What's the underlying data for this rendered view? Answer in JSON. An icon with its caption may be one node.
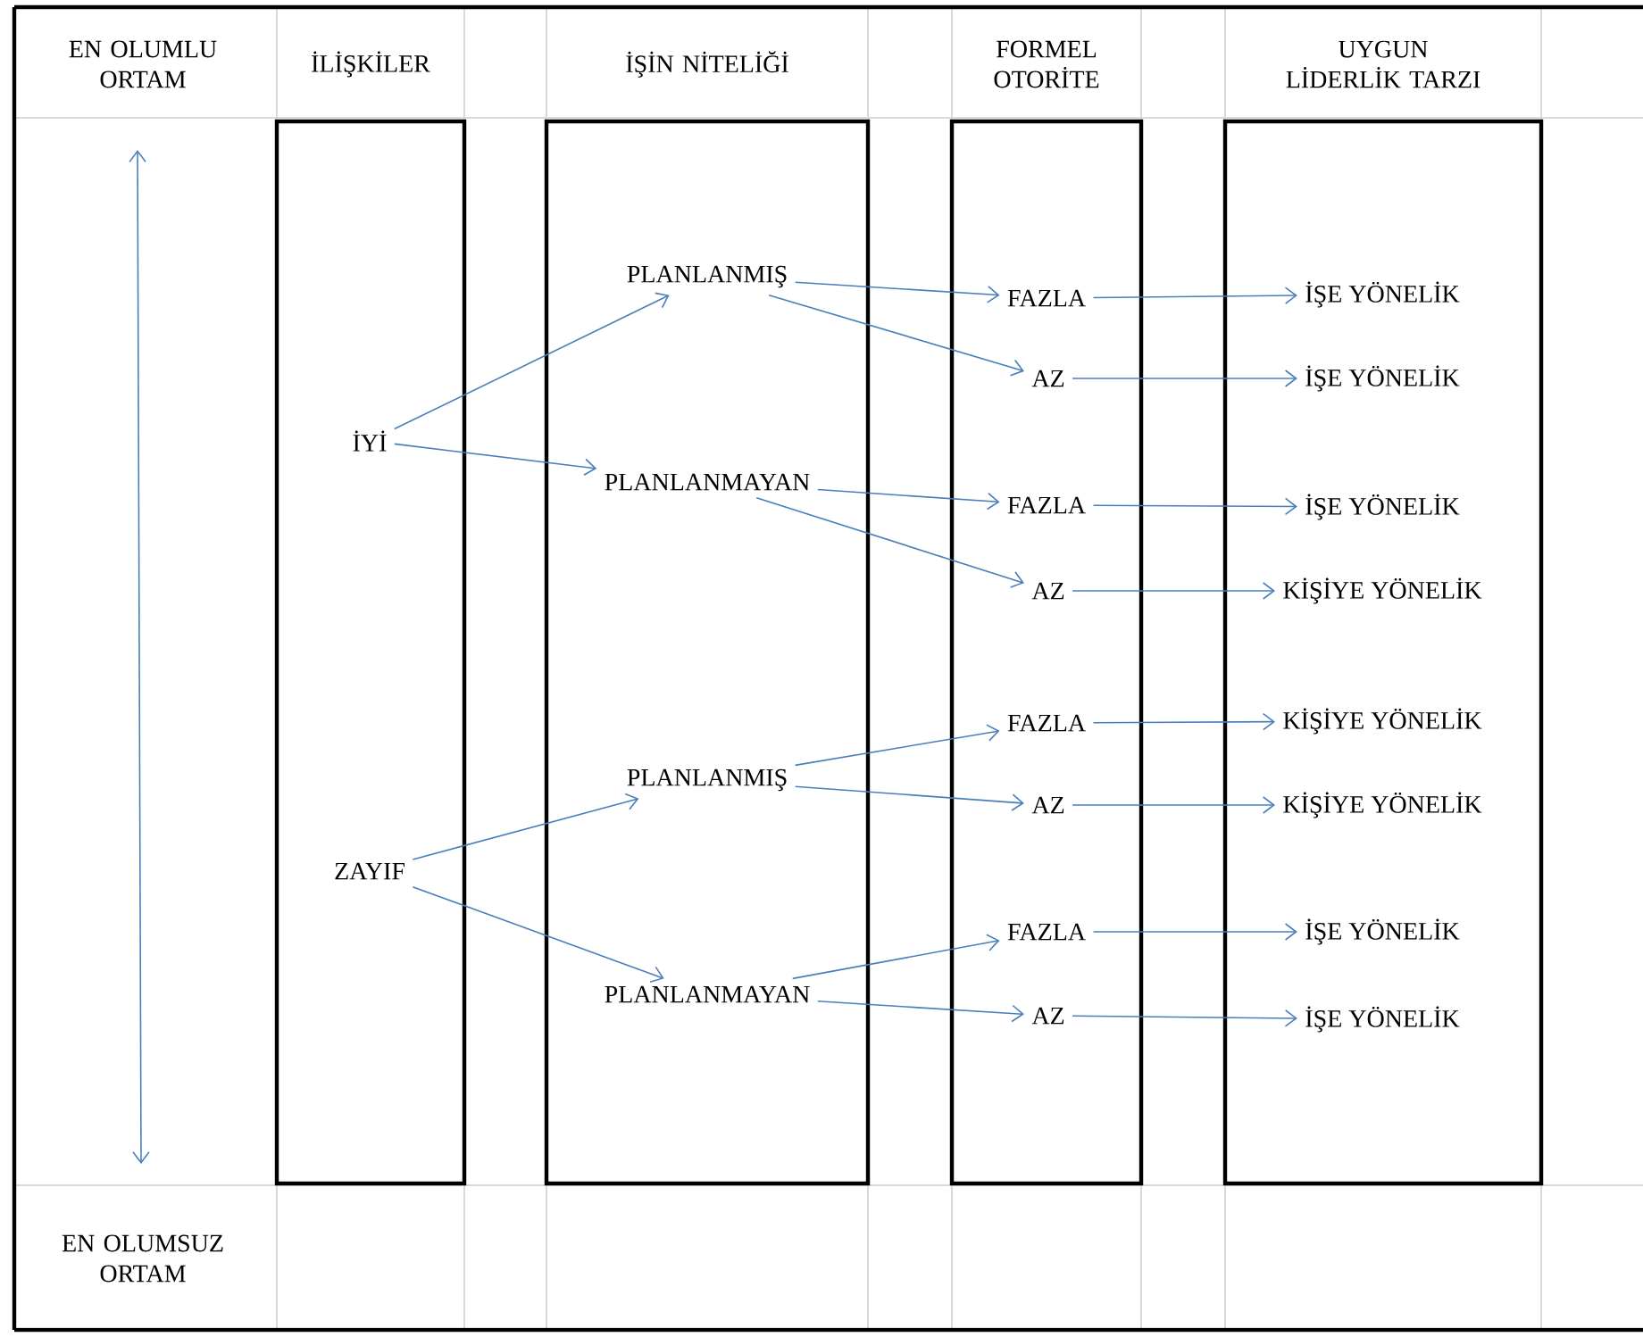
{
  "diagram": {
    "nodes": [
      {
        "text": [
          "İLİŞKİLER"
        ]
      },
      {
        "text": [
          "İYİ"
        ],
        "in": 0
      },
      {
        "text": [
          "ZAYIF"
        ],
        "in": 0
      },
      {
        "text": [
          "İŞİN NİTELİĞİ"
        ]
      },
      {
        "text": [
          "PLANLANMIŞ"
        ],
        "in": 3
      },
      {
        "text": [
          "PLANLANMAYAN"
        ],
        "in": 3
      },
      {
        "text": [
          "PLANLANMIŞ"
        ],
        "in": 3
      },
      {
        "text": [
          "PLANLANMAYAN"
        ],
        "in": 3
      },
      {
        "text": [
          "FORMEL OTORİTE"
        ]
      },
      {
        "text": [
          "FAZLA"
        ],
        "in": 8
      },
      {
        "text": [
          "AZ"
        ],
        "in": 8
      },
      {
        "text": [
          "FAZLA"
        ],
        "in": 8
      },
      {
        "text": [
          "AZ"
        ],
        "in": 8
      },
      {
        "text": [
          "FAZLA"
        ],
        "in": 8
      },
      {
        "text": [
          "AZ"
        ],
        "in": 8
      },
      {
        "text": [
          "FAZLA"
        ],
        "in": 8
      },
      {
        "text": [
          "AZ"
        ],
        "in": 8
      },
      {
        "text": [
          "UYGUN LİDERLİK TARZI"
        ]
      },
      {
        "text": [
          "İŞE YÖNELİK"
        ],
        "in": 17
      },
      {
        "text": [
          "İŞE YÖNELİK"
        ],
        "in": 17
      },
      {
        "text": [
          "İŞE YÖNELİK"
        ],
        "in": 17
      },
      {
        "text": [
          "KİŞİYE YÖNELİK"
        ],
        "in": 17
      },
      {
        "text": [
          "KİŞİYE YÖNELİK"
        ],
        "in": 17
      },
      {
        "text": [
          "KİŞİYE YÖNELİK"
        ],
        "in": 17
      },
      {
        "text": [
          "İŞE YÖNELİK"
        ],
        "in": 17
      },
      {
        "text": [
          "İŞE YÖNELİK"
        ],
        "in": 17
      }
    ],
    "edges": [
      {
        "from": 1,
        "to": 4,
        "arrow": "to"
      },
      {
        "from": 1,
        "to": 5,
        "arrow": "to"
      },
      {
        "from": 2,
        "to": 6,
        "arrow": "to"
      },
      {
        "from": 2,
        "to": 7,
        "arrow": "to"
      },
      {
        "from": 4,
        "to": 9,
        "arrow": "to"
      },
      {
        "from": 4,
        "to": 10,
        "arrow": "to"
      },
      {
        "from": 5,
        "to": 11,
        "arrow": "to"
      },
      {
        "from": 5,
        "to": 12,
        "arrow": "to"
      },
      {
        "from": 6,
        "to": 13,
        "arrow": "to"
      },
      {
        "from": 6,
        "to": 14,
        "arrow": "to"
      },
      {
        "from": 7,
        "to": 15,
        "arrow": "to"
      },
      {
        "from": 7,
        "to": 16,
        "arrow": "to"
      },
      {
        "from": 9,
        "to": 18,
        "arrow": "to"
      },
      {
        "from": 10,
        "to": 19,
        "arrow": "to"
      },
      {
        "from": 11,
        "to": 20,
        "arrow": "to"
      },
      {
        "from": 12,
        "to": 21,
        "arrow": "to"
      },
      {
        "from": 13,
        "to": 22,
        "arrow": "to"
      },
      {
        "from": 14,
        "to": 23,
        "arrow": "to"
      },
      {
        "from": 15,
        "to": 24,
        "arrow": "to"
      },
      {
        "from": 16,
        "to": 25,
        "arrow": "to"
      }
    ],
    "labels": [
      "EN OLUMLU ORTAM",
      "EN OLUMSUZ ORTAM"
    ]
  }
}
